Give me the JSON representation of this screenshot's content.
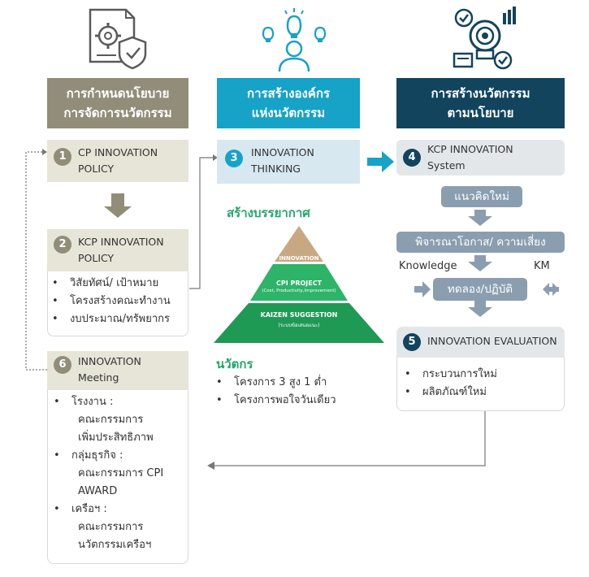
{
  "columns": {
    "col1": {
      "header_line1": "การกำหนดนโยบาย",
      "header_line2": "การจัดการนวัตกรรม"
    },
    "col2": {
      "header_line1": "การสร้างองค์กร",
      "header_line2": "แห่งนวัตกรรม"
    },
    "col3": {
      "header_line1": "การสร้างนวัตกรรม",
      "header_line2": "ตามนโยบาย"
    }
  },
  "steps": {
    "s1": {
      "num": "1",
      "label": "CP INNOVATION\nPOLICY"
    },
    "s2": {
      "num": "2",
      "label": "KCP INNOVATION\nPOLICY",
      "bullets": [
        "วิสัยทัศน์/ เป้าหมาย",
        "โครงสร้างคณะทำงาน",
        "งบประมาณ/ทรัพยากร"
      ]
    },
    "s3": {
      "num": "3",
      "label": "INNOVATION\nTHINKING"
    },
    "s4": {
      "num": "4",
      "label": "KCP INNOVATION\nSystem"
    },
    "s5": {
      "num": "5",
      "label": "INNOVATION EVALUATION",
      "bullets": [
        "กระบวนการใหม่",
        "ผลิตภัณฑ์ใหม่"
      ]
    },
    "s6": {
      "num": "6",
      "label": "INNOVATION\nMeeting",
      "bullets": [
        {
          "head": "โรงงาน :",
          "lines": [
            "คณะกรรมการ",
            "เพิ่มประสิทธิภาพ"
          ]
        },
        {
          "head": "กลุ่มธุรกิจ :",
          "lines": [
            "คณะกรรมการ CPI",
            "AWARD"
          ]
        },
        {
          "head": "เครือฯ :",
          "lines": [
            "คณะกรรมการ",
            "นวัตกรรมเครือฯ"
          ]
        }
      ]
    }
  },
  "atmosphere_label": "สร้างบรรยากาศ",
  "pyramid": {
    "top": "INNOVATION",
    "middle": "CPI PROJECT",
    "middle_sub": "(Cost, Productivity,Improvement)",
    "bottom": "KAIZEN SUGGESTION",
    "bottom_sub": "(ระบบข้อเสนอแนะ)"
  },
  "innovation_label": "นวัตกร",
  "innovation_bullets": [
    "โครงการ 3 สูง 1 ต่ำ",
    "โครงการพอใจวันเดียว"
  ],
  "process": {
    "new_idea": "แนวคิดใหม่",
    "consider": "พิจารณาโอกาส/ ความเสี่ยง",
    "knowledge": "Knowledge",
    "km": "KM",
    "trial": "ทดลอง/ปฏิบัติ"
  },
  "icons": [
    "document-gear-shield-icon",
    "team-lightbulb-icon",
    "gear-bulb-chart-icon"
  ],
  "colors": {
    "tan": "#918d78",
    "teal": "#17a2c8",
    "navy": "#12445e",
    "box_tan": "#e6e5d7",
    "box_blue": "#d8e8f1",
    "box_grey": "#e4e7ea",
    "step_grey": "#8a9eb0",
    "green": "#23a76b",
    "pyramid_top": "#c8a883"
  }
}
